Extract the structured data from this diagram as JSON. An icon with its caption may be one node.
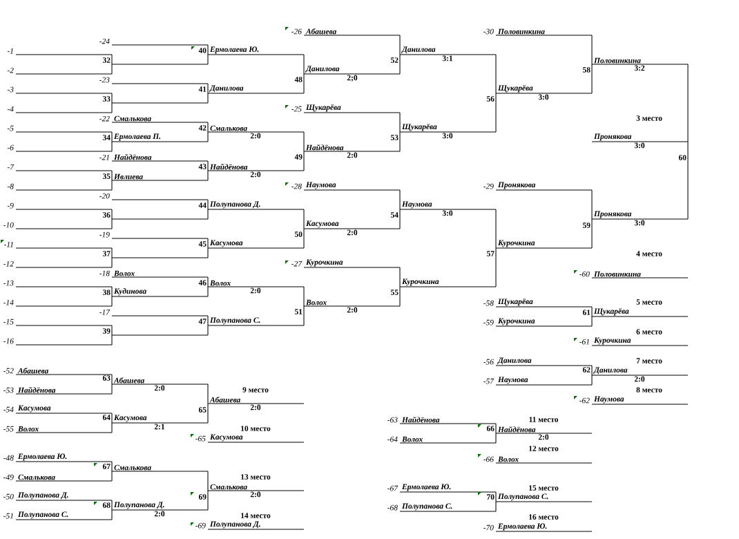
{
  "diagram": {
    "labels": [
      "-1",
      "-2",
      "-3",
      "-4",
      "-5",
      "-6",
      "-7",
      "-8",
      "-9",
      "-10",
      "-11",
      "-12",
      "-13",
      "-14",
      "-15",
      "-16",
      "32",
      "33",
      "34",
      "35",
      "36",
      "37",
      "38",
      "39",
      "-24",
      "-23",
      "-22",
      "Смалькова",
      "-21",
      "Найдёнова",
      "-20",
      "-19",
      "-18",
      "Волох",
      "-17",
      "Ермолаева П.",
      "Ивлиева",
      "Кудинова",
      "40",
      "41",
      "42",
      "43",
      "44",
      "45",
      "46",
      "47",
      "Ермолаева Ю.",
      "Данилова",
      "Смалькова",
      "2:0",
      "Найдёнова",
      "2:0",
      "Полупанова Д.",
      "Касумова",
      "Волох",
      "2:0",
      "Полупанова С.",
      "48",
      "49",
      "50",
      "51",
      "-26",
      "Абашева",
      "-25",
      "Щукарёва",
      "-28",
      "Наумова",
      "-27",
      "Курочкина",
      "Данилова",
      "2;0",
      "Найдёнова",
      "2:0",
      "Касумова",
      "2:0",
      "Волох",
      "2:0",
      "52",
      "53",
      "54",
      "55",
      "Данилова",
      "3:1",
      "Щукарёва",
      "3:0",
      "Наумова",
      "3:0",
      "Курочкина",
      "56",
      "57",
      "-30",
      "Половинкина",
      "-29",
      "Пронякова",
      "Щукарёва",
      "3:0",
      "Курочкина",
      "58",
      "59",
      "Половинкина",
      "3:2",
      "Пронякова",
      "3:0",
      "3 место",
      "Пронякова",
      "3:0",
      "60",
      "4 место",
      "-60",
      "Половинкина",
      "-58",
      "Щукарёва",
      "-59",
      "Курочкина",
      "61",
      "5 место",
      "Щукарёва",
      "6 место",
      "-61",
      "Курочкина",
      "-56",
      "Данилова",
      "-57",
      "Наумова",
      "62",
      "7 место",
      "Данилова",
      "2:0",
      "8 место",
      "-62",
      "Наумова",
      "-52",
      "Абашева",
      "-53",
      "Найдёнова",
      "63",
      "Абашева",
      "2:0",
      "-54",
      "Касумова",
      "-55",
      "Волох",
      "64",
      "Касумова",
      "2:1",
      "65",
      "9 место",
      "Абашева",
      "2:0",
      "10 место",
      "-65",
      "Касумова",
      "-48",
      "Ермолаева Ю.",
      "-49",
      "Смалькова",
      "67",
      "Смалькова",
      "-50",
      "Полупанова Д.",
      "-51",
      "Полупанова С.",
      "68",
      "Полупанова Д.",
      "2:0",
      "69",
      "13 место",
      "Смалькова",
      "2:0",
      "14 место",
      "-69",
      "Полупанова Д.",
      "-63",
      "Найдёнова",
      "-64",
      "Волох",
      "66",
      "11 место",
      "Найдёнова",
      "2:0",
      "12 место",
      "-66",
      "Волох",
      "-67",
      "Ермолаева Ю.",
      "-68",
      "Полупанова С.",
      "70",
      "15 место",
      "Полупанова С.",
      "16 место",
      "-70",
      "Ермолаева Ю."
    ]
  }
}
